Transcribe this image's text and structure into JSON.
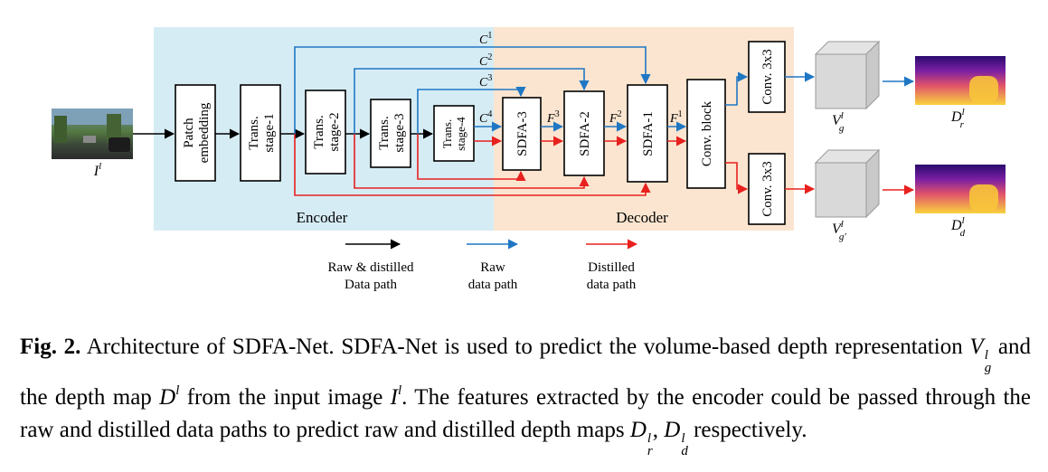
{
  "diagram": {
    "regions": {
      "encoder": "Encoder",
      "decoder": "Decoder"
    },
    "input": {
      "symbol": "I",
      "superscript": "l"
    },
    "blocks": {
      "patch_embedding": [
        "Patch",
        "embedding"
      ],
      "stage1": [
        "Trans.",
        "stage-1"
      ],
      "stage2": [
        "Trans.",
        "stage-2"
      ],
      "stage3": [
        "Trans.",
        "stage-3"
      ],
      "stage4": [
        "Trans.",
        "stage-4"
      ],
      "sdfa3": "SDFA-3",
      "sdfa2": "SDFA-2",
      "sdfa1": "SDFA-1",
      "conv_block": "Conv. block",
      "conv_top": "Conv. 3x3",
      "conv_bottom": "Conv. 3x3"
    },
    "features": {
      "c1": "C",
      "c1_sup": "1",
      "c2": "C",
      "c2_sup": "2",
      "c3": "C",
      "c3_sup": "3",
      "c4": "C",
      "c4_sup": "4",
      "f3": "F",
      "f3_sup": "3",
      "f2": "F",
      "f2_sup": "2",
      "f1": "F",
      "f1_sup": "1"
    },
    "volumes": {
      "vg": {
        "symbol": "V",
        "sup": "l",
        "sub": "g"
      },
      "vgp": {
        "symbol": "V",
        "sup": "l",
        "sub": "g′"
      }
    },
    "outputs": {
      "dr": {
        "symbol": "D",
        "sup": "l",
        "sub": "r"
      },
      "dd": {
        "symbol": "D",
        "sup": "l",
        "sub": "d"
      }
    },
    "legend": {
      "black": [
        "Raw & distilled",
        "Data path"
      ],
      "blue": [
        "Raw",
        "data path"
      ],
      "red": [
        "Distilled",
        "data path"
      ]
    },
    "colors": {
      "encoder_bg": "#d6ecf5",
      "decoder_bg": "#fbe5d0",
      "raw_path": "#1f77c4",
      "distilled_path": "#e8201e",
      "shared_path": "#000000"
    }
  },
  "caption": {
    "label": "Fig. 2.",
    "t1": "Architecture of SDFA-Net. SDFA-Net is used to predict the volume-based depth representation ",
    "v_sym": "V",
    "v_sub": "g",
    "v_sup": "l",
    "t2": " and the depth map ",
    "d_sym": "D",
    "d_sup": "l",
    "t3": " from the input image ",
    "i_sym": "I",
    "i_sup": "l",
    "t4": ". The features extracted by the encoder could be passed through the raw and distilled data paths to predict raw and distilled depth maps ",
    "dr_sym": "D",
    "dr_sub": "r",
    "dr_sup": "l",
    "sep": ", ",
    "dd_sym": "D",
    "dd_sub": "d",
    "dd_sup": "l",
    "t5": " respectively."
  }
}
